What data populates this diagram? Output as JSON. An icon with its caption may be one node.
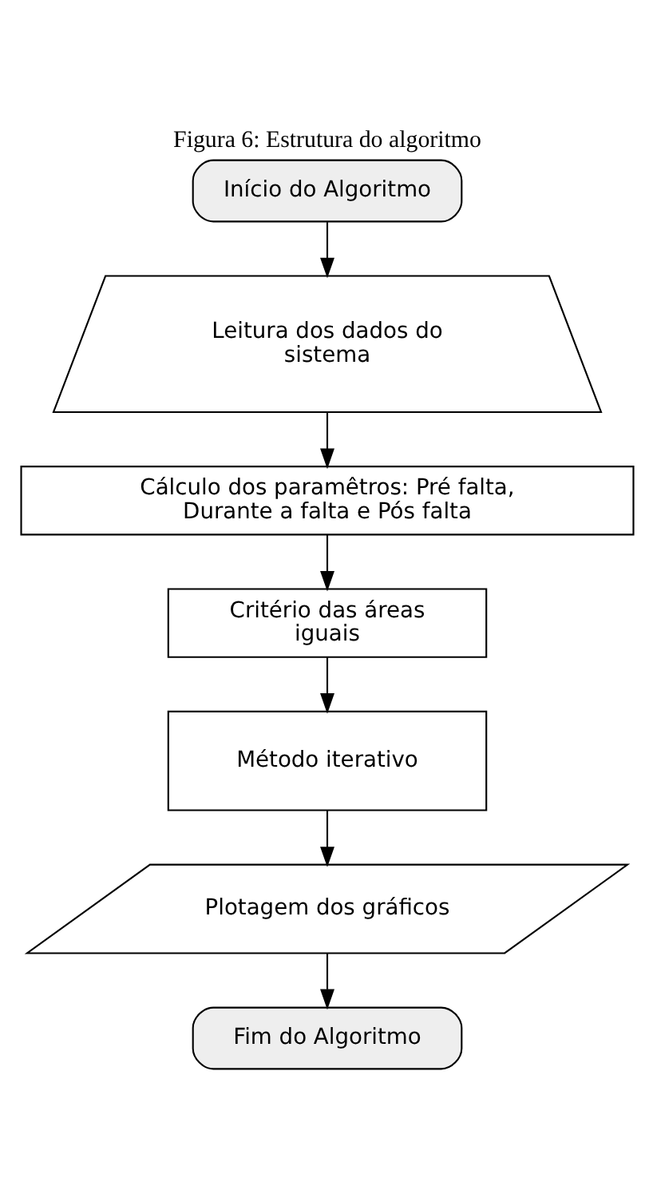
{
  "diagram": {
    "title": "Figura 6: Estrutura do algoritmo",
    "nodes": [
      {
        "text": [
          "Início do Algoritmo"
        ]
      },
      {
        "text": [
          "Leitura dos dados do sistema"
        ]
      },
      {
        "text": [
          "Cálculo dos paramêtros: Pré falta, Durante a falta e Pós falta"
        ]
      },
      {
        "text": [
          "Critério das áreas iguais"
        ]
      },
      {
        "text": [
          "Método iterativo"
        ]
      },
      {
        "text": [
          "Plotagem dos gráficos"
        ]
      },
      {
        "text": [
          "Fim do Algoritmo"
        ]
      }
    ],
    "edges": [
      {
        "from": 0,
        "to": 1,
        "arrow": "to"
      },
      {
        "from": 1,
        "to": 2,
        "arrow": "to"
      },
      {
        "from": 2,
        "to": 3,
        "arrow": "to"
      },
      {
        "from": 3,
        "to": 4,
        "arrow": "to"
      },
      {
        "from": 4,
        "to": 5,
        "arrow": "to"
      },
      {
        "from": 5,
        "to": 6,
        "arrow": "to"
      }
    ]
  }
}
